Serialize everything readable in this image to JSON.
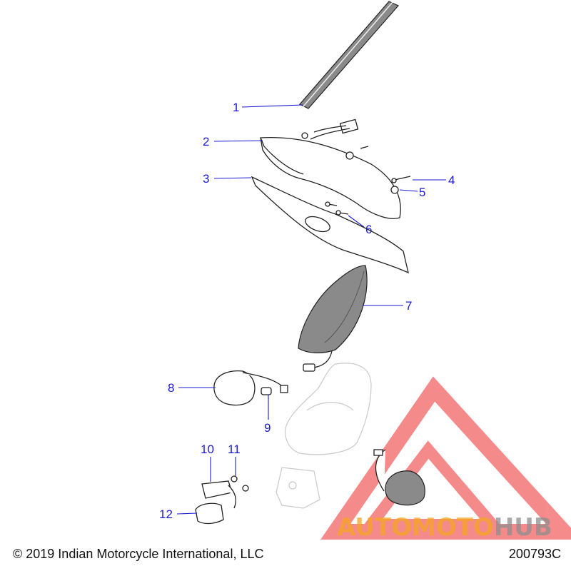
{
  "callouts": {
    "c1": "1",
    "c2": "2",
    "c3": "3",
    "c4": "4",
    "c5": "5",
    "c6": "6",
    "c7": "7",
    "c8": "8",
    "c9": "9",
    "c10": "10",
    "c11": "11",
    "c12": "12"
  },
  "footer": {
    "copyright": "© 2019 Indian Motorcycle International, LLC",
    "diagram_id": "200793C"
  },
  "watermark": {
    "word_orange": "AUTOMOTO",
    "word_gray": "HUB",
    "orange_color": "#f5a623",
    "gray_color": "#8e8e8e",
    "triangle_color": "#ee2b2b"
  },
  "colors": {
    "callout": "#1a1ad6"
  }
}
